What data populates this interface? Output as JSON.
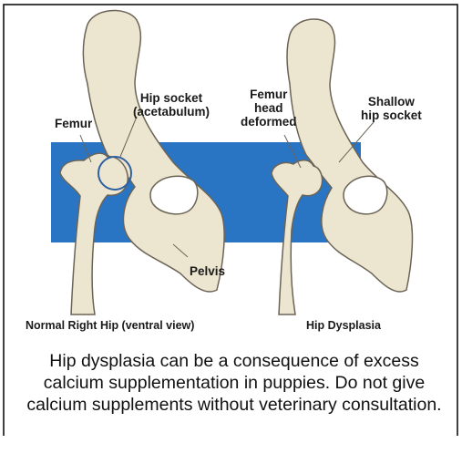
{
  "figure": {
    "left_panel": {
      "labels": {
        "femur": "Femur",
        "hip_socket": "Hip socket\n(acetabulum)",
        "pelvis": "Pelvis"
      },
      "caption": "Normal Right Hip (ventral view)"
    },
    "right_panel": {
      "labels": {
        "femur_head": "Femur\nhead\ndeformed",
        "shallow_socket": "Shallow\nhip socket"
      },
      "caption": "Hip Dysplasia"
    },
    "colors": {
      "background_block": "#2a74c4",
      "bone_fill": "#ece6d1",
      "bone_outline": "#6b6456",
      "frame": "#000000"
    }
  },
  "description": "Hip dysplasia can be a consequence of excess calcium supplementation in puppies. Do not give calcium supplements without veterinary consultation."
}
